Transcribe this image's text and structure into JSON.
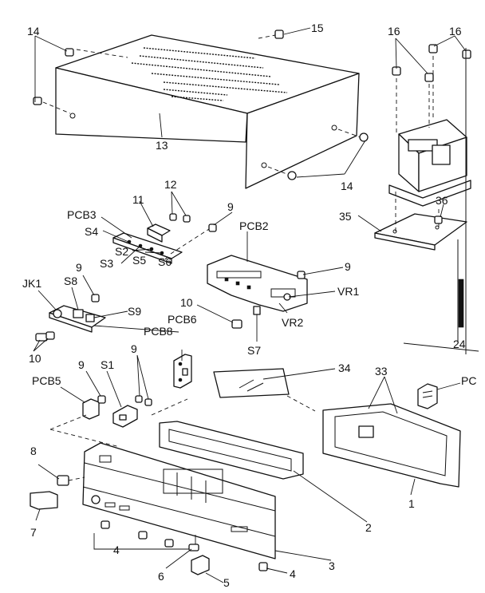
{
  "labels": {
    "l14a": "14",
    "l15": "15",
    "l16a": "16",
    "l16b": "16",
    "l13": "13",
    "l14b": "14",
    "l12": "12",
    "l11": "11",
    "pcb3": "PCB3",
    "l9a": "9",
    "pcb2": "PCB2",
    "s4": "S4",
    "s3": "S3",
    "s2": "S2",
    "s5": "S5",
    "s6": "S6",
    "l35": "35",
    "l36": "36",
    "l9b": "9",
    "l9c": "9",
    "vr1": "VR1",
    "jk1": "JK1",
    "s8": "S8",
    "s9": "S9",
    "l10a": "10",
    "pcb6": "PCB6",
    "pcb8": "PCB8",
    "s7": "S7",
    "vr2": "VR2",
    "l24": "24",
    "l10b": "10",
    "l9d": "9",
    "s1": "S1",
    "l9e": "9",
    "l34": "34",
    "l33": "33",
    "pc": "PC",
    "pcb5": "PCB5",
    "l8": "8",
    "l7": "7",
    "l4a": "4",
    "l6": "6",
    "l5": "5",
    "l4b": "4",
    "l3": "3",
    "l2": "2",
    "l1": "1"
  }
}
